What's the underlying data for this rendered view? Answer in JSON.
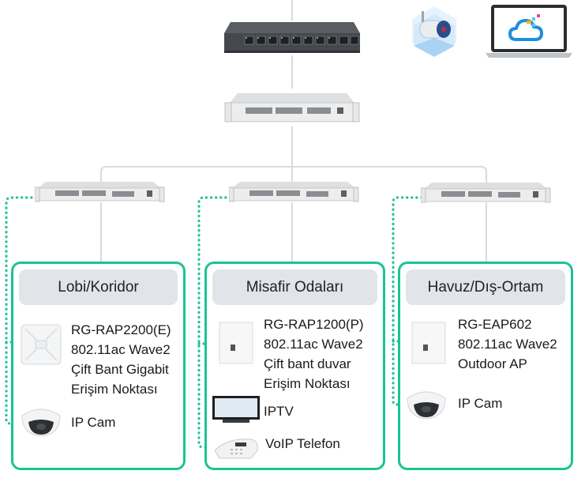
{
  "diagram": {
    "top_devices": {
      "core_switch": {
        "name": "core-poe-switch"
      },
      "ip_camera_cloud": {
        "name": "ip-camera-cloud-icon"
      },
      "cloud_laptop": {
        "name": "cloud-management-laptop"
      }
    },
    "aggregation_switch": {
      "name": "aggregation-switch"
    },
    "access_switches": [
      "access-switch-left",
      "access-switch-center",
      "access-switch-right"
    ],
    "colors": {
      "zone_border": "#19c493",
      "dotted_link": "#19c493",
      "trunk_line": "#d6dbe0",
      "zone_header_bg": "#e1e4e8"
    },
    "zones": [
      {
        "title": "Lobi/Koridor",
        "ap": {
          "lines": [
            "RG-RAP2200(E)",
            "802.11ac Wave2",
            "Çift Bant Gigabit",
            "Erişim Noktası"
          ]
        },
        "devices": [
          {
            "label": "IP Cam"
          }
        ]
      },
      {
        "title": "Misafir Odaları",
        "ap": {
          "lines": [
            "RG-RAP1200(P)",
            "802.11ac Wave2",
            "Çift bant duvar",
            "Erişim Noktası"
          ]
        },
        "devices": [
          {
            "label": "IPTV"
          },
          {
            "label": "VoIP Telefon"
          }
        ]
      },
      {
        "title": "Havuz/Dış-Ortam",
        "ap": {
          "lines": [
            "RG-EAP602",
            "802.11ac Wave2",
            "Outdoor AP"
          ]
        },
        "devices": [
          {
            "label": "IP Cam"
          }
        ]
      }
    ]
  }
}
